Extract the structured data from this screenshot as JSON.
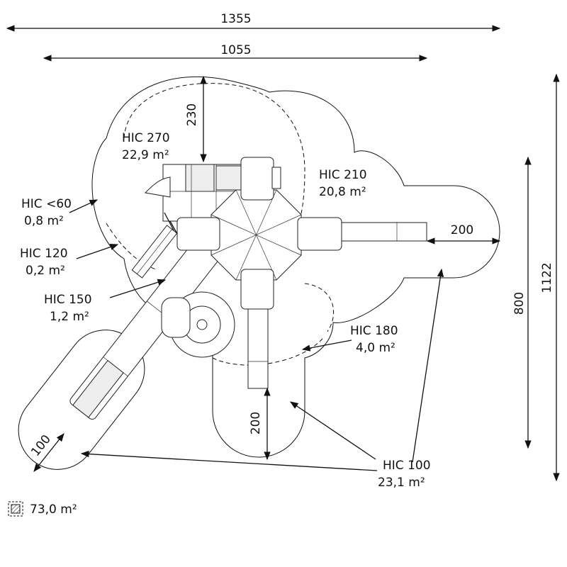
{
  "dimensions": {
    "overall_width": "1355",
    "inner_width": "1055",
    "top_clearance": "230",
    "right_clearance": "200",
    "bottom_clearance": "200",
    "slide_clearance": "100",
    "inner_height": "800",
    "overall_height": "1122"
  },
  "zones": [
    {
      "hic": "HIC 270",
      "area": "22,9 m²"
    },
    {
      "hic": "HIC 210",
      "area": "20,8 m²"
    },
    {
      "hic": "HIC <60",
      "area": "0,8 m²"
    },
    {
      "hic": "HIC 120",
      "area": "0,2 m²"
    },
    {
      "hic": "HIC 150",
      "area": "1,2 m²"
    },
    {
      "hic": "HIC 180",
      "area": "4,0 m²"
    },
    {
      "hic": "HIC 100",
      "area": "23,1 m²"
    }
  ],
  "legend": {
    "icon": "hatched-square-icon",
    "total_area": "73,0 m²"
  }
}
